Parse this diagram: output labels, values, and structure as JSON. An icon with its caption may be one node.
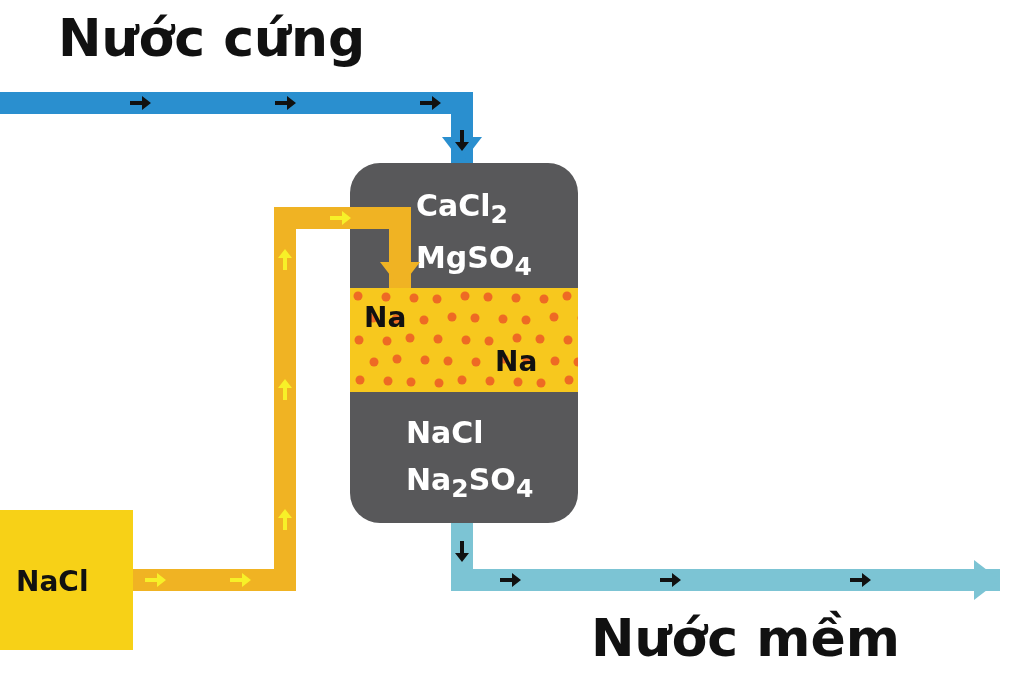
{
  "diagram": {
    "nodes": [
      {
        "text": [],
        "shape": "box"
      },
      {
        "text": [
          "CaCl$_{2}$ MgSO$_{4}$"
        ],
        "in": 0
      },
      {
        "text": [
          "Na",
          "Na"
        ],
        "in": 0
      },
      {
        "text": [
          "NaCl Na$_{2}$SO$_{4}$"
        ],
        "in": 0
      },
      {
        "text": [
          "NaCl"
        ]
      }
    ],
    "edges": [
      {
        "from": null,
        "to": 1,
        "arrow": "to",
        "label": "Nước cứng",
        "color": "#2a8fcf"
      },
      {
        "from": 4,
        "to": 2,
        "arrow": "to",
        "color": "#f0b323"
      },
      {
        "from": 3,
        "to": null,
        "arrow": "to",
        "label": "Nước mềm",
        "color": "#7cc4d4"
      }
    ]
  }
}
